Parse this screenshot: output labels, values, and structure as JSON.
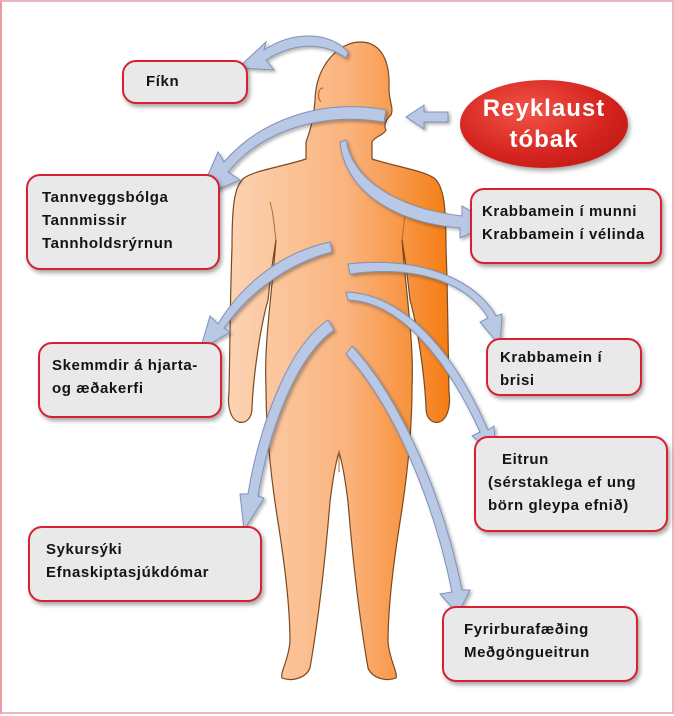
{
  "badge": {
    "line1": "Reyklaust",
    "line2": "tóbak",
    "color": "#d5241f"
  },
  "colors": {
    "box_border": "#d62230",
    "box_fill": "#e9e9e9",
    "body_light": "#fcd3b4",
    "body_dark": "#f57d14",
    "arrow": "#b7c6e2"
  },
  "effects": {
    "fikn": [
      "Fíkn"
    ],
    "tann": [
      "Tannveggsbólga",
      "Tannmissir",
      "Tannholdsrýrnun"
    ],
    "krabbamein_munni": [
      "Krabbamein í munni",
      "Krabbamein í vélinda"
    ],
    "hjarta": [
      "Skemmdir á hjarta-",
      "og æðakerfi"
    ],
    "brisi": [
      "Krabbamein í",
      "brisi"
    ],
    "eitrun": [
      "Eitrun",
      "(sérstaklega ef ung",
      "börn gleypa efnið)"
    ],
    "sykursyki": [
      "Sykursýki",
      "Efnaskiptasjúkdómar"
    ],
    "fyrirburi": [
      "Fyrirburafæðing",
      "Meðgöngueitrun"
    ]
  }
}
